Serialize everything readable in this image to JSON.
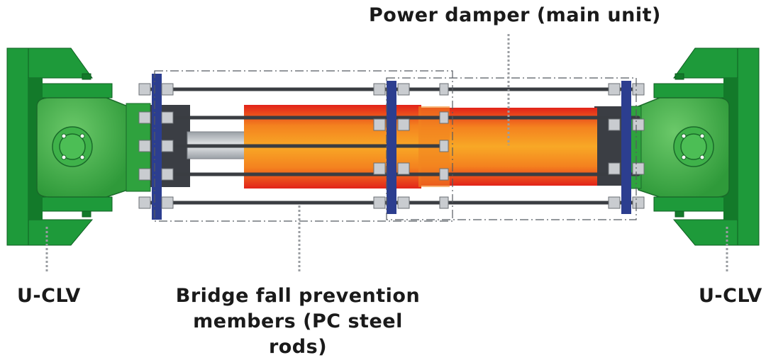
{
  "labels": {
    "power_damper": "Power damper (main unit)",
    "uclv_left": "U-CLV",
    "uclv_right": "U-CLV",
    "bridge_fall_line1": "Bridge fall prevention",
    "bridge_fall_line2": "members (PC steel rods)"
  },
  "colors": {
    "bracket_green": "#1e9a3a",
    "bracket_green_dark": "#137a2a",
    "clevis_green": "#3fb24a",
    "cylinder_red": "#e2231a",
    "cylinder_orange": "#f39a1e",
    "plate_navy": "#2c3e8f",
    "rod_gray": "#4a4d52",
    "nut_gray": "#c9ccd0",
    "block_dark": "#3b3e44"
  }
}
